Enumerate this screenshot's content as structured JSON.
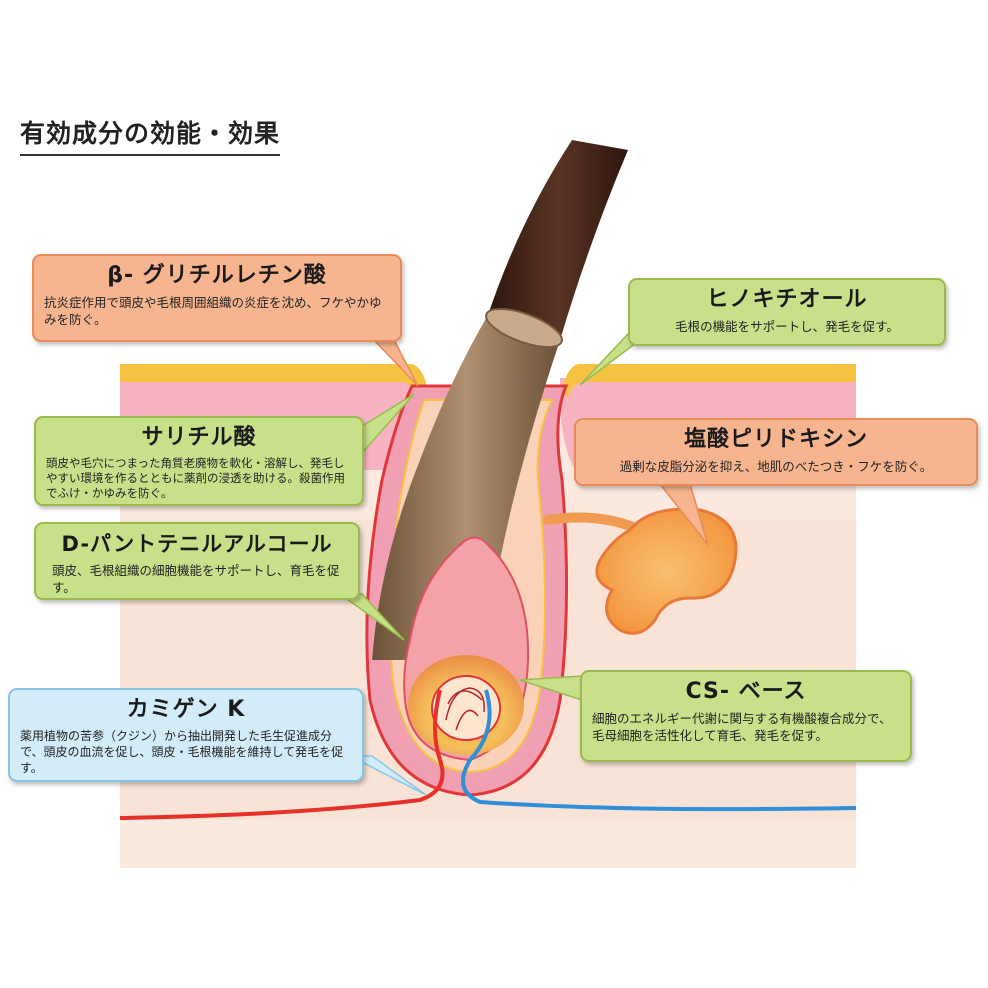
{
  "title": "有効成分の効能・効果",
  "callouts": {
    "beta_glycyrrhetinic": {
      "name": "β- グリチルレチン酸",
      "desc": "抗炎症作用で頭皮や毛根周囲組織の炎症を沈め、フケやかゆみを防ぐ。"
    },
    "hinokitiol": {
      "name": "ヒノキチオール",
      "desc": "毛根の機能をサポートし、発毛を促す。"
    },
    "salicylic_acid": {
      "name": "サリチル酸",
      "desc": "頭皮や毛穴につまった角質老廃物を軟化・溶解し、発毛しやすい環境を作るとともに薬剤の浸透を助ける。殺菌作用でふけ・かゆみを防ぐ。"
    },
    "pyridoxine": {
      "name": "塩酸ピリドキシン",
      "desc": "過剰な皮脂分泌を抑え、地肌のべたつき・フケを防ぐ。"
    },
    "panthenyl": {
      "name": "D-パントテニルアルコール",
      "desc": "頭皮、毛根組織の細胞機能をサポートし、育毛を促す。"
    },
    "cs_base": {
      "name": "CS- ベース",
      "desc": "細胞のエネルギー代謝に関与する有機酸複合成分で、毛母細胞を活性化して育毛、発毛を促す。"
    },
    "kamigen": {
      "name": "カミゲン K",
      "desc": "薬用植物の苦参（クジン）から抽出開発した毛生促進成分で、頭皮の血流を促し、頭皮・毛根機能を維持して発毛を促す。"
    }
  },
  "colors": {
    "callout_orange": "#f7b58f",
    "callout_green": "#c8e08a",
    "callout_blue": "#d3ecf9",
    "skin_epidermis": "#f5b8c4",
    "skin_surface": "#f5c242",
    "dermis": "#fbe6dc",
    "hair_shaft": "#4a2a1e",
    "artery": "#e8302a",
    "vein": "#2f8fd8"
  }
}
